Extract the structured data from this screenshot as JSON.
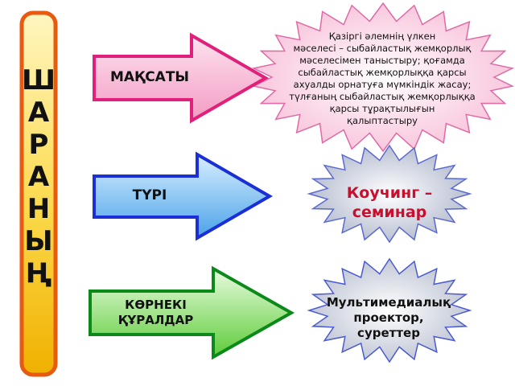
{
  "title": {
    "letters": [
      "Ш",
      "А",
      "Р",
      "А",
      "Н",
      "Ы",
      "Ң"
    ]
  },
  "rows": [
    {
      "label_lines": [
        "МАҚСАТЫ"
      ],
      "arrow_fill": "#f5a6c8",
      "arrow_stroke": "#e0207a",
      "star_fill": "#fbd3e6",
      "star_stroke": "#e06aa5",
      "content_lines": [
        "Қазіргі  әлемнің үлкен",
        "мәселесі – сыбайластық жемқорлық",
        "мәселесімен  таныстыру; қоғамда",
        "сыбайластық  жемқорлыққа қарсы",
        "ахуалды орнатуға мүмкіндік жасау;",
        "түлғаның сыбайластық жемқорлыққа",
        "қарсы тұрақтылығын",
        "қалыптастыру"
      ]
    },
    {
      "label_lines": [
        "ТҮРІ"
      ],
      "arrow_fill": "#6fb8f0",
      "arrow_stroke": "#1a2fd6",
      "star_fill": "#d6dbe8",
      "star_stroke": "#5a6ad0",
      "content_lines": [
        "Коучинг –",
        "семинар"
      ]
    },
    {
      "label_lines": [
        "КӨРНЕКІ",
        "ҚҰРАЛДАР"
      ],
      "arrow_fill": "#7ed957",
      "arrow_stroke": "#0b8a1a",
      "star_fill": "#d9dde6",
      "star_stroke": "#4a5ad0",
      "content_lines": [
        "Мультимедиалық",
        "проектор,",
        "суреттер"
      ]
    }
  ],
  "colors": {
    "bar_stroke": "#e85a10",
    "bar_fill_top": "#fff1a8",
    "bar_fill_bottom": "#f0b400"
  }
}
